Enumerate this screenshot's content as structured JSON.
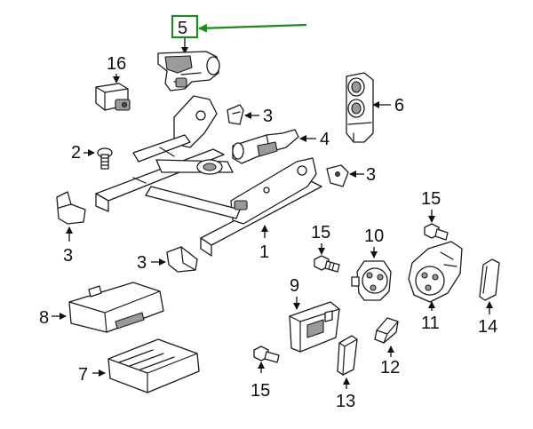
{
  "diagram": {
    "highlight_color": "#1e8a1e",
    "callouts": {
      "c1": "1",
      "c2": "2",
      "c3a": "3",
      "c3b": "3",
      "c3c": "3",
      "c3d": "3",
      "c4": "4",
      "c5": "5",
      "c6": "6",
      "c7": "7",
      "c8": "8",
      "c9": "9",
      "c10": "10",
      "c11": "11",
      "c12": "12",
      "c13": "13",
      "c14": "14",
      "c15a": "15",
      "c15b": "15",
      "c15c": "15",
      "c16": "16"
    }
  }
}
